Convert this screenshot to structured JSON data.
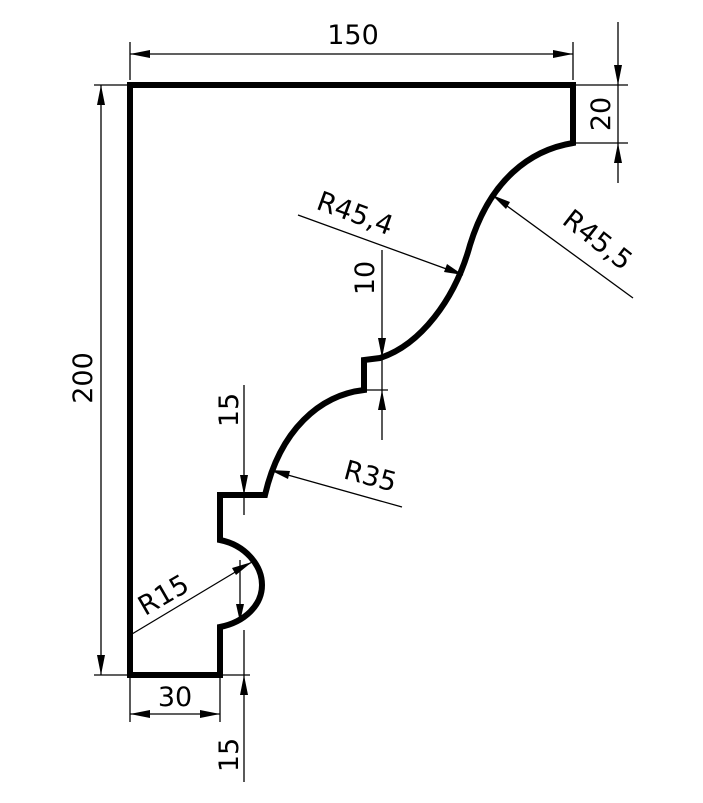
{
  "drawing": {
    "stroke_color": "#000000",
    "background": "#ffffff",
    "dimensions": {
      "top_width": "150",
      "left_height": "200",
      "right_step": "20",
      "upper_radius": "R45,4",
      "upper_radius_right": "R45,5",
      "upper_step": "10",
      "middle_step": "15",
      "middle_radius": "R35",
      "bead_radius": "R15",
      "bottom_width": "30",
      "bottom_step": "15"
    }
  }
}
